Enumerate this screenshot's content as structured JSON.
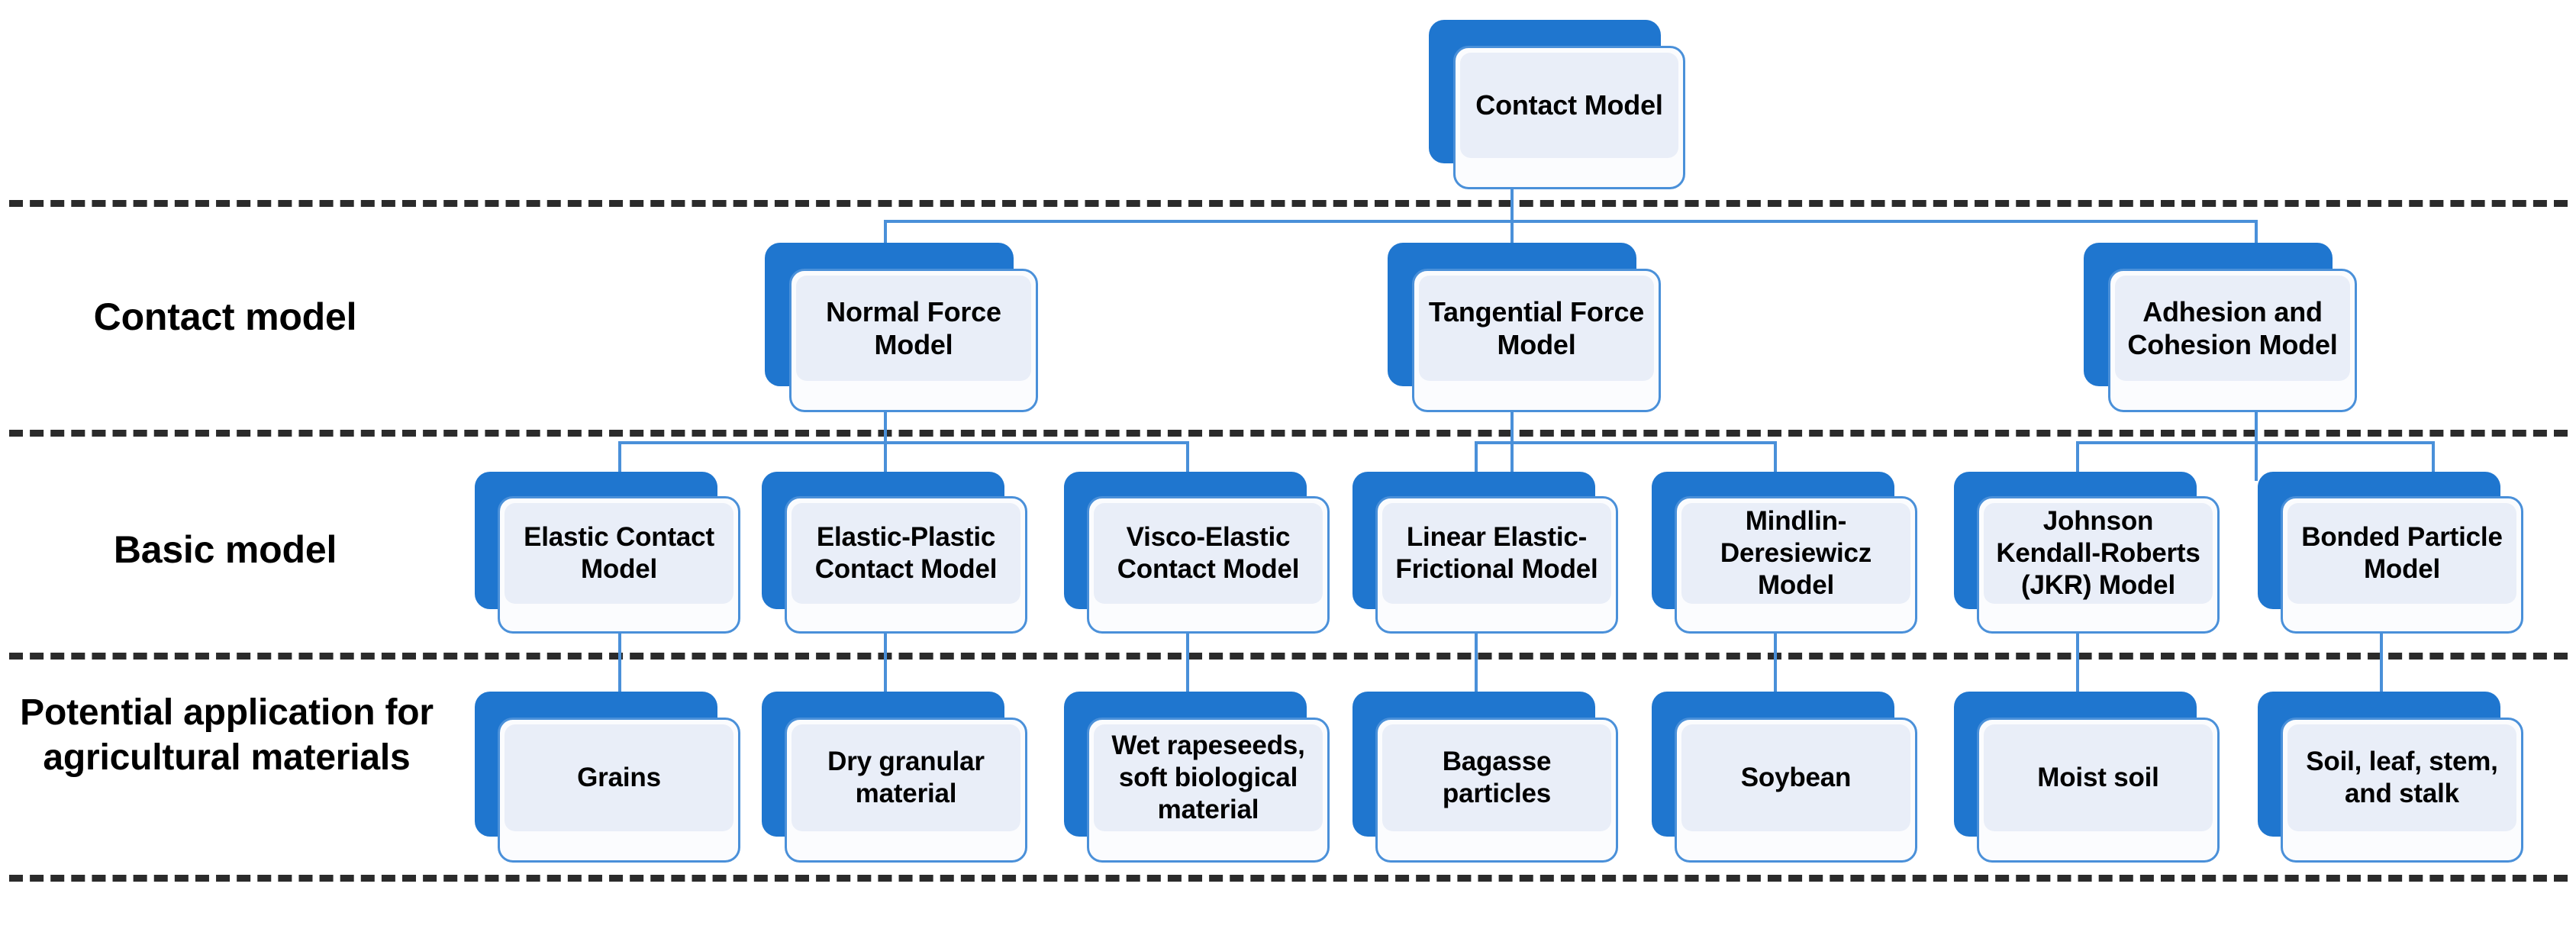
{
  "diagram": {
    "title": "Contact Model taxonomy for agricultural DEM simulation",
    "colors": {
      "shadow_blue": "#1f76cf",
      "card_border": "#4a90d9",
      "card_fill": "#fbfcfe",
      "inner_fill": "#e9eef8",
      "connector": "#4a90d9",
      "separator": "#2b2b2b",
      "text": "#000000"
    }
  },
  "row_labels": [
    {
      "id": "row-label-contact-model",
      "text": "Contact model"
    },
    {
      "id": "row-label-basic-model",
      "text": "Basic model"
    },
    {
      "id": "row-label-potential-application",
      "text": "Potential application\nfor agricultural\nmaterials"
    }
  ],
  "root": {
    "id": "contact-model",
    "label": "Contact Model"
  },
  "level_contact_model": [
    {
      "id": "normal-force-model",
      "label": "Normal Force\nModel"
    },
    {
      "id": "tangential-force-model",
      "label": "Tangential Force\nModel"
    },
    {
      "id": "adhesion-and-cohesion-model",
      "label": "Adhesion and\nCohesion Model"
    }
  ],
  "level_basic_model": [
    {
      "id": "elastic-contact-model",
      "label": "Elastic Contact\nModel"
    },
    {
      "id": "elastic-plastic-contact-model",
      "label": "Elastic-Plastic\nContact Model"
    },
    {
      "id": "visco-elastic-contact-model",
      "label": "Visco-Elastic\nContact Model"
    },
    {
      "id": "linear-elastic-frictional-model",
      "label": "Linear Elastic-\nFrictional Model"
    },
    {
      "id": "mindlin-deresiewicz-model",
      "label": "Mindlin-\nDeresiewicz\nModel"
    },
    {
      "id": "johnson-kendall-roberts-jkr-model",
      "label": "Johnson\nKendall-Roberts\n(JKR) Model"
    },
    {
      "id": "bonded-particle-model",
      "label": "Bonded Particle\nModel"
    }
  ],
  "level_potential_application": [
    {
      "id": "grains",
      "label": "Grains"
    },
    {
      "id": "dry-granular-material",
      "label": "Dry granular\nmaterial"
    },
    {
      "id": "wet-rapeseeds-soft-biological-material",
      "label": "Wet rapeseeds,\nsoft biological\nmaterial"
    },
    {
      "id": "bagasse-particles",
      "label": "Bagasse\nparticles"
    },
    {
      "id": "soybean",
      "label": "Soybean"
    },
    {
      "id": "moist-soil",
      "label": "Moist soil"
    },
    {
      "id": "soil-leaf-stem-and-stalk",
      "label": "Soil, leaf, stem,\nand stalk"
    }
  ]
}
